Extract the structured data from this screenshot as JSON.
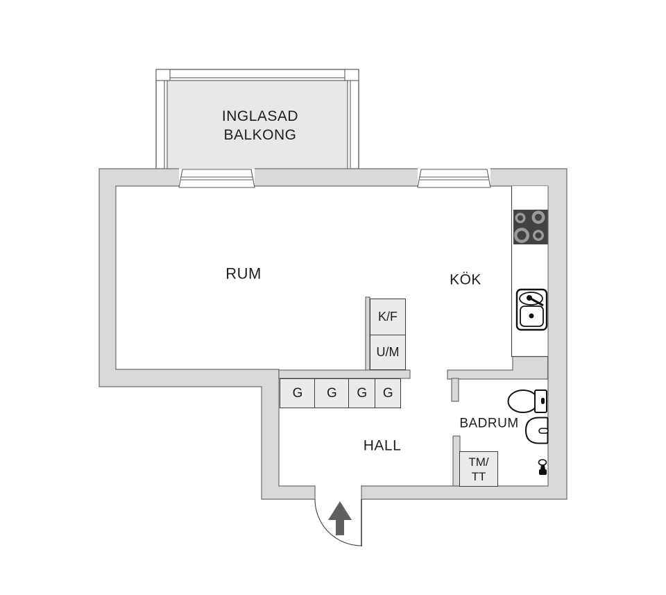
{
  "floorplan": {
    "balcony": {
      "label_lines": [
        "INGLASAD",
        "BALKONG"
      ]
    },
    "rooms": {
      "living": "RUM",
      "kitchen": "KÖK",
      "hall": "HALL",
      "bathroom": "BADRUM"
    },
    "fixtures": {
      "fridge_freezer": "K/F",
      "oven_micro": "U/M",
      "wardrobes": [
        "G",
        "G",
        "G",
        "G"
      ],
      "washer_dryer_lines": [
        "TM/",
        "TT"
      ]
    },
    "icons": {
      "stove": "stove-icon",
      "kitchen_sink": "kitchen-sink-icon",
      "toilet": "toilet-icon",
      "bathroom_sink": "bathroom-sink-icon",
      "entrance_arrow": "entrance-arrow-icon",
      "toilet_brush": "toilet-brush-icon"
    },
    "colors": {
      "wall_fill": "#d9d9d9",
      "wall_outline": "#6b6b6b",
      "floor": "#ffffff",
      "balcony_fill": "#e8e8e8",
      "cabinet_fill": "#ebebeb",
      "cabinet_border": "#3c3c3c",
      "stove_dark": "#424242",
      "arrow": "#5f5f5f",
      "text": "#1d1d1d"
    }
  }
}
